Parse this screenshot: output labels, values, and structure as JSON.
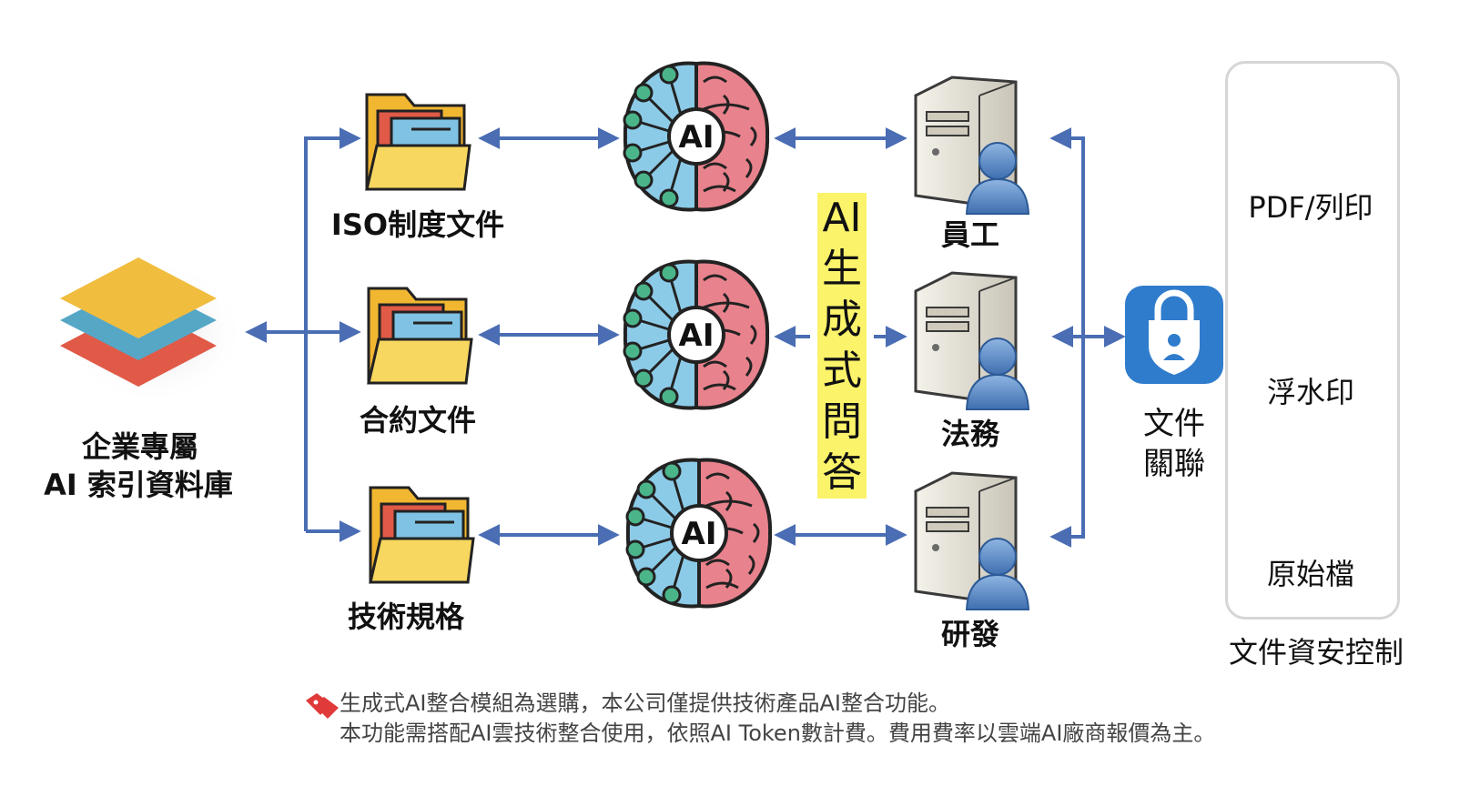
{
  "source": {
    "label_line1": "企業專屬",
    "label_line2": "AI 索引資料庫"
  },
  "documents": [
    {
      "label": "ISO制度文件"
    },
    {
      "label": "合約文件"
    },
    {
      "label": "技術規格"
    }
  ],
  "ai_brain_text": "AI",
  "generative_qa": [
    "AI",
    "生",
    "成",
    "式",
    "問",
    "答"
  ],
  "users": [
    {
      "label": "員工"
    },
    {
      "label": "法務"
    },
    {
      "label": "研發"
    }
  ],
  "association": {
    "line1": "文件",
    "line2": "關聯"
  },
  "security_panel": {
    "items": [
      {
        "label": "PDF/列印"
      },
      {
        "label": "浮水印"
      },
      {
        "label": "原始檔"
      }
    ],
    "caption": "文件資安控制"
  },
  "note": {
    "line1": "生成式AI整合模組為選購，本公司僅提供技術產品AI整合功能。",
    "line2": "本功能需搭配AI雲技術整合使用，依照AI Token數計費。費用費率以雲端AI廠商報價為主。"
  },
  "colors": {
    "arrow": "#4a6db3",
    "folder": "#f6c84a",
    "brain_left": "#8ccbe7",
    "brain_right": "#e8828c",
    "node": "#4bb58a",
    "lock_bg": "#2f7ccc",
    "doc": "#f7c948",
    "highlight": "#fbf36a",
    "tag_icon": "#e03a3a"
  },
  "icons": [
    "layer-stack-icon",
    "folder-icon",
    "ai-brain-icon",
    "server-user-icon",
    "shield-lock-icon",
    "document-icon",
    "tag-icon"
  ]
}
